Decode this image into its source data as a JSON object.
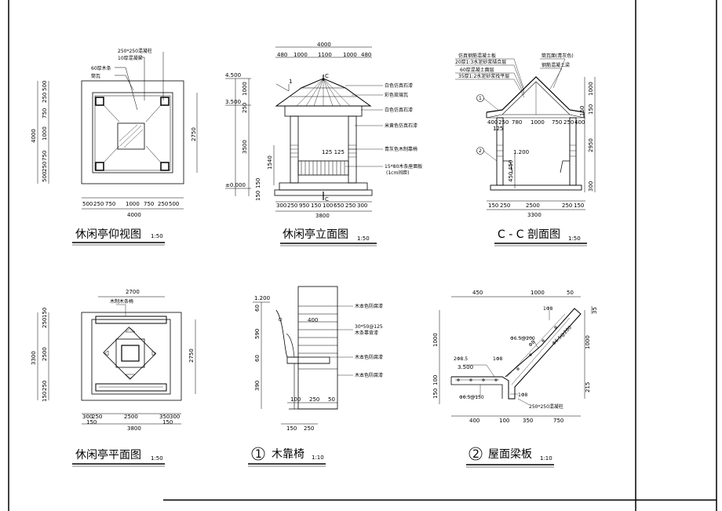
{
  "views": {
    "bottom_view": {
      "title": "休闲亭仰视图",
      "scale": "1:50"
    },
    "elevation": {
      "title": "休闲亭立面图",
      "scale": "1:50"
    },
    "section": {
      "title": "C - C 剖面图",
      "scale": "1:50"
    },
    "plan": {
      "title": "休闲亭平面图",
      "scale": "1:50"
    },
    "bench": {
      "num": "1",
      "title": "木靠椅",
      "scale": "1:10"
    },
    "roof_beam": {
      "num": "2",
      "title": "屋面梁板",
      "scale": "1:10"
    }
  },
  "bottom_view": {
    "notes": [
      "250*250混凝柱",
      "10厚混凝梁",
      "60厚木条",
      "筒瓦"
    ],
    "dims_top": [
      "500",
      "250",
      "750",
      "1000",
      "750",
      "250",
      "500"
    ],
    "total_w": "4000",
    "dims_left": [
      "500",
      "250",
      "750",
      "1000",
      "750",
      "250",
      "500"
    ],
    "total_h": "4000",
    "right_dim": "2750"
  },
  "elevation": {
    "top_dims": [
      "480",
      "1000",
      "1100",
      "1000",
      "480"
    ],
    "top_total": "4000",
    "levels": [
      "4.500",
      "3.500",
      "±0.000"
    ],
    "left_dims": [
      "1000",
      "250",
      "3500",
      "1540",
      "150"
    ],
    "bottom_dims": [
      "300",
      "250",
      "950",
      "150",
      "100",
      "650",
      "250",
      "300"
    ],
    "bottom_total": "3800",
    "bottom_small": "150",
    "section_mark": "C",
    "slope": "1",
    "notes": [
      "白色仿真石漆",
      "彩色琉璃瓦",
      "白色仿真石漆",
      "米黄色仿真石漆",
      "青灰色木制靠椅",
      "15*80木条座面板"
    ],
    "note_extra": "(1cm间距)",
    "seat_dims": "125 125"
  },
  "section": {
    "notes_left": [
      "仿真钢筋混凝土板",
      "20厚1:3水泥砂浆结合层",
      "60厚混凝土面层",
      "35厚1:2水泥砂浆找平层"
    ],
    "notes_right": [
      "筒瓦面(青灰色)",
      "钢筋混凝土梁"
    ],
    "top_dims": [
      "400",
      "250",
      "780",
      "1000",
      "750",
      "250",
      "400"
    ],
    "sub_dims": [
      "125",
      "150",
      "150"
    ],
    "right_dims": [
      "1000",
      "2950",
      "300"
    ],
    "level": "1.200",
    "small_dims": [
      "450",
      "450"
    ],
    "bottom_dims": [
      "150",
      "250",
      "2500",
      "250",
      "150"
    ],
    "bottom_total": "3300",
    "markers": [
      "1",
      "2"
    ]
  },
  "plan": {
    "top_dim": "2700",
    "note": "木制木条椅",
    "left_dims": [
      "150",
      "250",
      "2500",
      "250",
      "150"
    ],
    "left_total": "3300",
    "right_dim": "2750",
    "bottom_dims": [
      "300",
      "250",
      "2500",
      "350",
      "300"
    ],
    "bottom_small": [
      "150",
      "150"
    ],
    "bottom_total": "3800"
  },
  "bench": {
    "level": "1.200",
    "left_dims": [
      "60",
      "590",
      "60",
      "390"
    ],
    "seat_dim": "400",
    "notes": [
      "木本色防腐漆",
      "30*50@125",
      "木条靠背漆",
      "木本色防腐漆",
      "木本色防腐漆"
    ],
    "bottom_dims": [
      "100",
      "250",
      "50"
    ],
    "bottom_dims2": [
      "150",
      "250"
    ]
  },
  "roof_beam": {
    "top_dims": [
      "450",
      "1000",
      "50"
    ],
    "left_dims": [
      "1000",
      "100",
      "150"
    ],
    "right_dims": [
      "1000",
      "215"
    ],
    "level": "3.500",
    "labels": [
      "1Φ8",
      "Φ6.5@200",
      "Φ8",
      "Φ6.5@200",
      "2Φ8.5",
      "1Φ8",
      "Φ6.5@150",
      "1Φ8",
      "250*250混凝柱"
    ],
    "bottom_dims": [
      "400",
      "100",
      "350",
      "750"
    ],
    "right_small": "35"
  }
}
